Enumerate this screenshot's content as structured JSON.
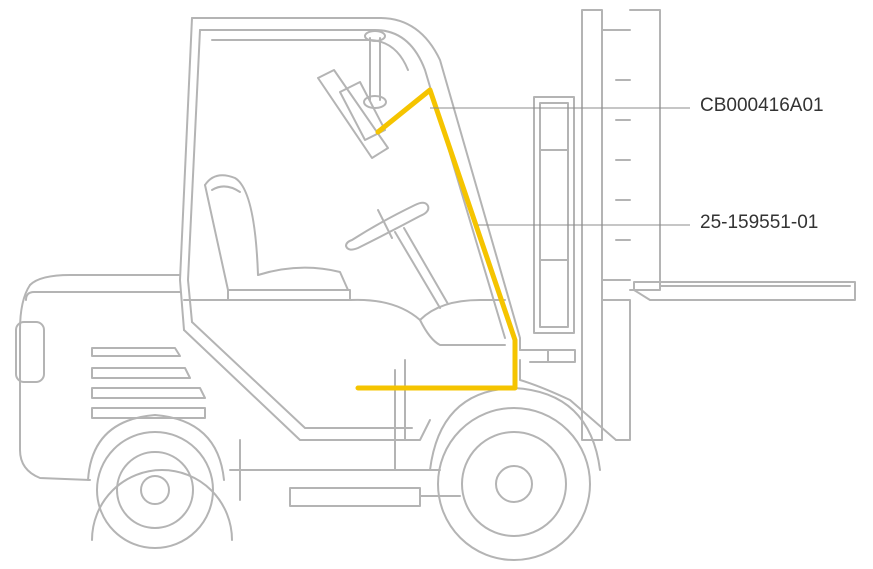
{
  "callouts": [
    {
      "part_number": "CB000416A01"
    },
    {
      "part_number": "25-159551-01"
    }
  ],
  "colors": {
    "outline": "#b4b4b4",
    "highlight": "#f5c400",
    "leader": "#8c8c8c",
    "label_text": "#333333"
  },
  "icons": [
    "forklift-outline-illustration"
  ]
}
